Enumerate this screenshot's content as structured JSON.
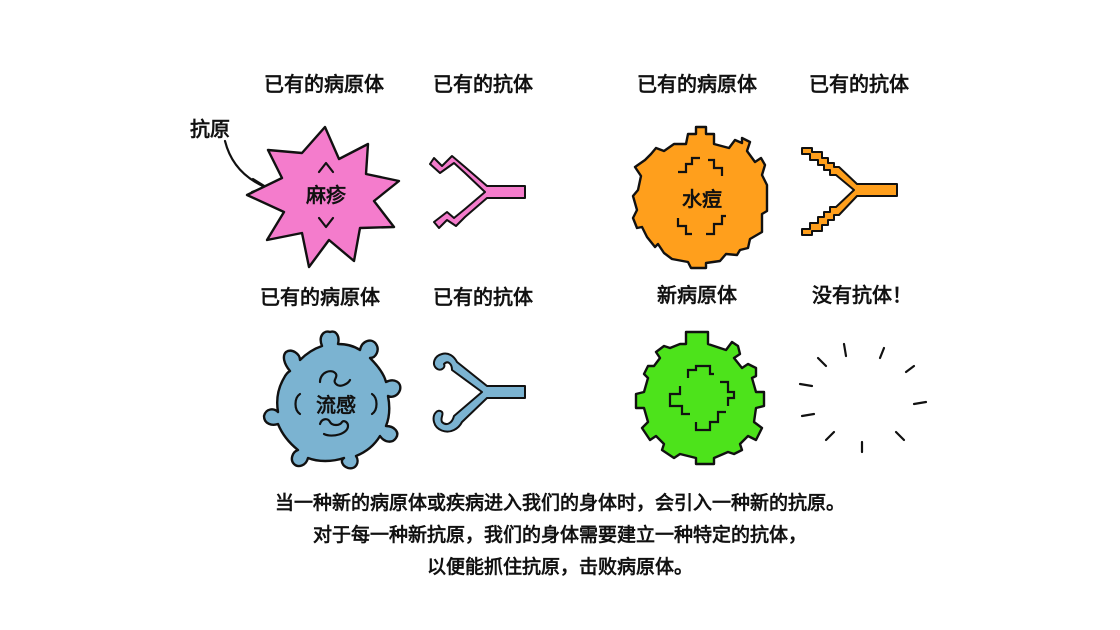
{
  "annotation": {
    "antigen": "抗原"
  },
  "panels": [
    {
      "pathogen_label": "已有的病原体",
      "antibody_label": "已有的抗体",
      "disease": "麻疹",
      "color": "#f47ccc"
    },
    {
      "pathogen_label": "已有的病原体",
      "antibody_label": "已有的抗体",
      "disease": "水痘",
      "color": "#ff9f1c"
    },
    {
      "pathogen_label": "已有的病原体",
      "antibody_label": "已有的抗体",
      "disease": "流感",
      "color": "#7bb3d1"
    },
    {
      "pathogen_label": "新病原体",
      "antibody_label": "没有抗体！",
      "disease": "",
      "color": "#4de31b"
    }
  ],
  "caption": [
    "当一种新的病原体或疾病进入我们的身体时，会引入一种新的抗原。",
    "对于每一种新抗原，我们的身体需要建立一种特定的抗体，",
    "以便能抓住抗原，击败病原体。"
  ]
}
